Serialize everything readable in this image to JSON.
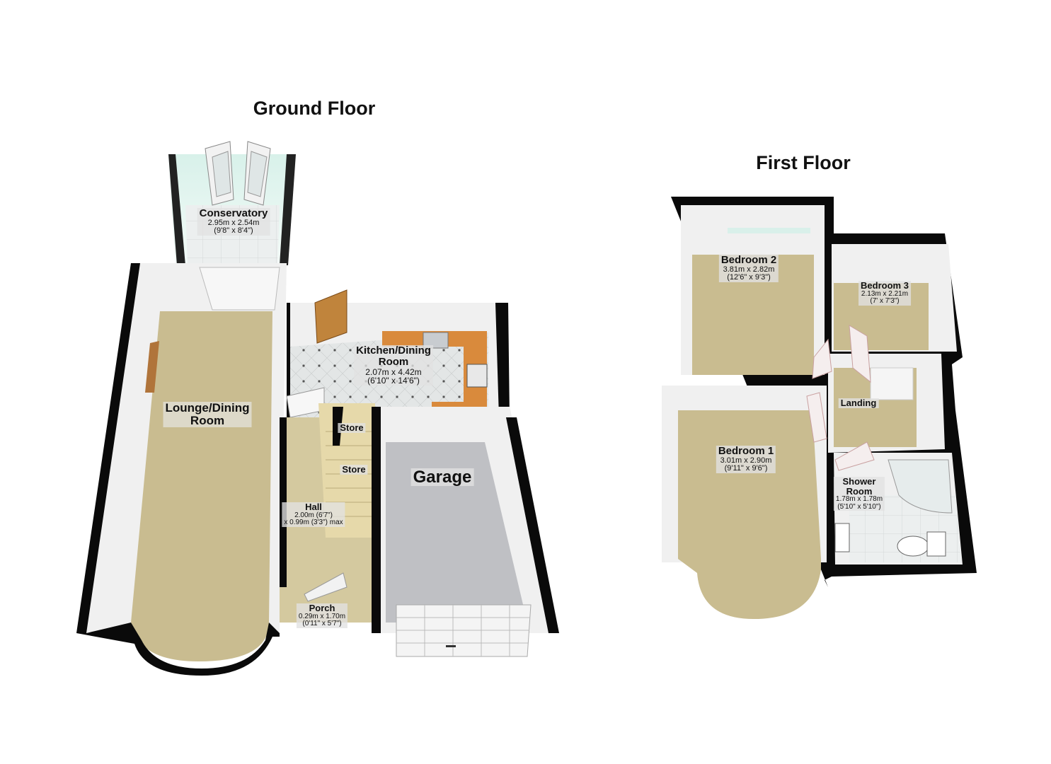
{
  "floors": {
    "ground": {
      "title": "Ground Floor",
      "rooms": {
        "conservatory": {
          "name": "Conservatory",
          "dims": [
            "2.95m x 2.54m",
            "(9'8\" x 8'4\")"
          ]
        },
        "lounge": {
          "name": "Lounge/Dining",
          "name2": "Room"
        },
        "kitchen": {
          "name": "Kitchen/Dining",
          "name2": "Room",
          "dims": [
            "2.07m x 4.42m",
            "(6'10\" x 14'6\")"
          ]
        },
        "store1": {
          "name": "Store"
        },
        "store2": {
          "name": "Store"
        },
        "garage": {
          "name": "Garage"
        },
        "hall": {
          "name": "Hall",
          "dims": [
            "2.00m (6'7\")",
            "x 0.99m (3'3\") max"
          ]
        },
        "porch": {
          "name": "Porch",
          "dims": [
            "0.29m x 1.70m",
            "(0'11\" x 5'7\")"
          ]
        }
      }
    },
    "first": {
      "title": "First Floor",
      "rooms": {
        "bedroom2": {
          "name": "Bedroom 2",
          "dims": [
            "3.81m x 2.82m",
            "(12'6\" x 9'3\")"
          ]
        },
        "bedroom3": {
          "name": "Bedroom 3",
          "dims": [
            "2.13m x 2.21m",
            "(7' x 7'3\")"
          ]
        },
        "landing": {
          "name": "Landing"
        },
        "bedroom1": {
          "name": "Bedroom 1",
          "dims": [
            "3.01m x 2.90m",
            "(9'11\" x 9'6\")"
          ]
        },
        "shower": {
          "name": "Shower",
          "name2": "Room",
          "dims": [
            "1.78m x 1.78m",
            "(5'10\" x 5'10\")"
          ]
        }
      }
    }
  },
  "colors": {
    "wall": "#0a0a0a",
    "carpet": "#c9bc90",
    "tile_floor": "#e3e6e6",
    "garage_floor": "#bfc0c4",
    "worktop": "#d98a3c",
    "wall_face": "#f1f1f1",
    "stairs": "#e6d9aa"
  }
}
